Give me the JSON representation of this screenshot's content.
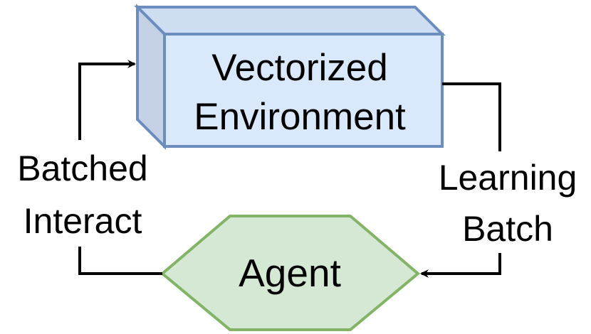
{
  "nodes": {
    "environment": {
      "line1": "Vectorized",
      "line2": "Environment",
      "fill_front": "#dae8fc",
      "fill_side": "#c5d1e4",
      "fill_top": "#cfddf3",
      "stroke": "#6c8ebf"
    },
    "agent": {
      "label": "Agent",
      "fill": "#d5e8d4",
      "stroke": "#82b366"
    }
  },
  "edges": {
    "batched_interact": {
      "line1": "Batched",
      "line2": "Interact"
    },
    "learning_batch": {
      "line1": "Learning",
      "line2": "Batch"
    }
  },
  "colors": {
    "connector": "#000000"
  }
}
